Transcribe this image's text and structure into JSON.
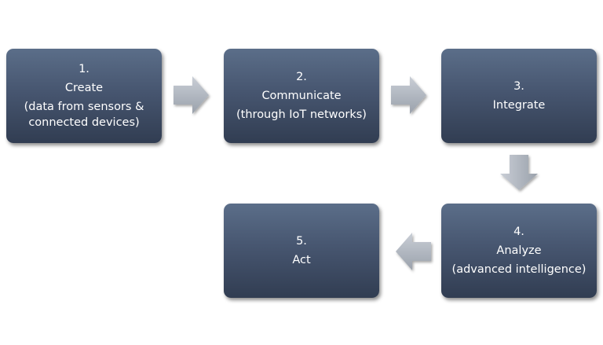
{
  "steps": [
    {
      "number": "1.",
      "title": "Create",
      "desc_line1": "(data from sensors &",
      "desc_line2": "connected devices)"
    },
    {
      "number": "2.",
      "title": "Communicate",
      "desc_line1": "(through IoT networks)",
      "desc_line2": ""
    },
    {
      "number": "3.",
      "title": "Integrate",
      "desc_line1": "",
      "desc_line2": ""
    },
    {
      "number": "4.",
      "title": "Analyze",
      "desc_line1": "(advanced intelligence)",
      "desc_line2": ""
    },
    {
      "number": "5.",
      "title": "Act",
      "desc_line1": "",
      "desc_line2": ""
    }
  ],
  "colors": {
    "box_top": "#5b6e89",
    "box_bottom": "#313d52",
    "box_text": "#ffffff",
    "arrow_fill": "#b7bdc6"
  },
  "arrows": [
    {
      "from": "1",
      "to": "2",
      "direction": "right"
    },
    {
      "from": "2",
      "to": "3",
      "direction": "right"
    },
    {
      "from": "3",
      "to": "4",
      "direction": "down"
    },
    {
      "from": "4",
      "to": "5",
      "direction": "left"
    }
  ]
}
